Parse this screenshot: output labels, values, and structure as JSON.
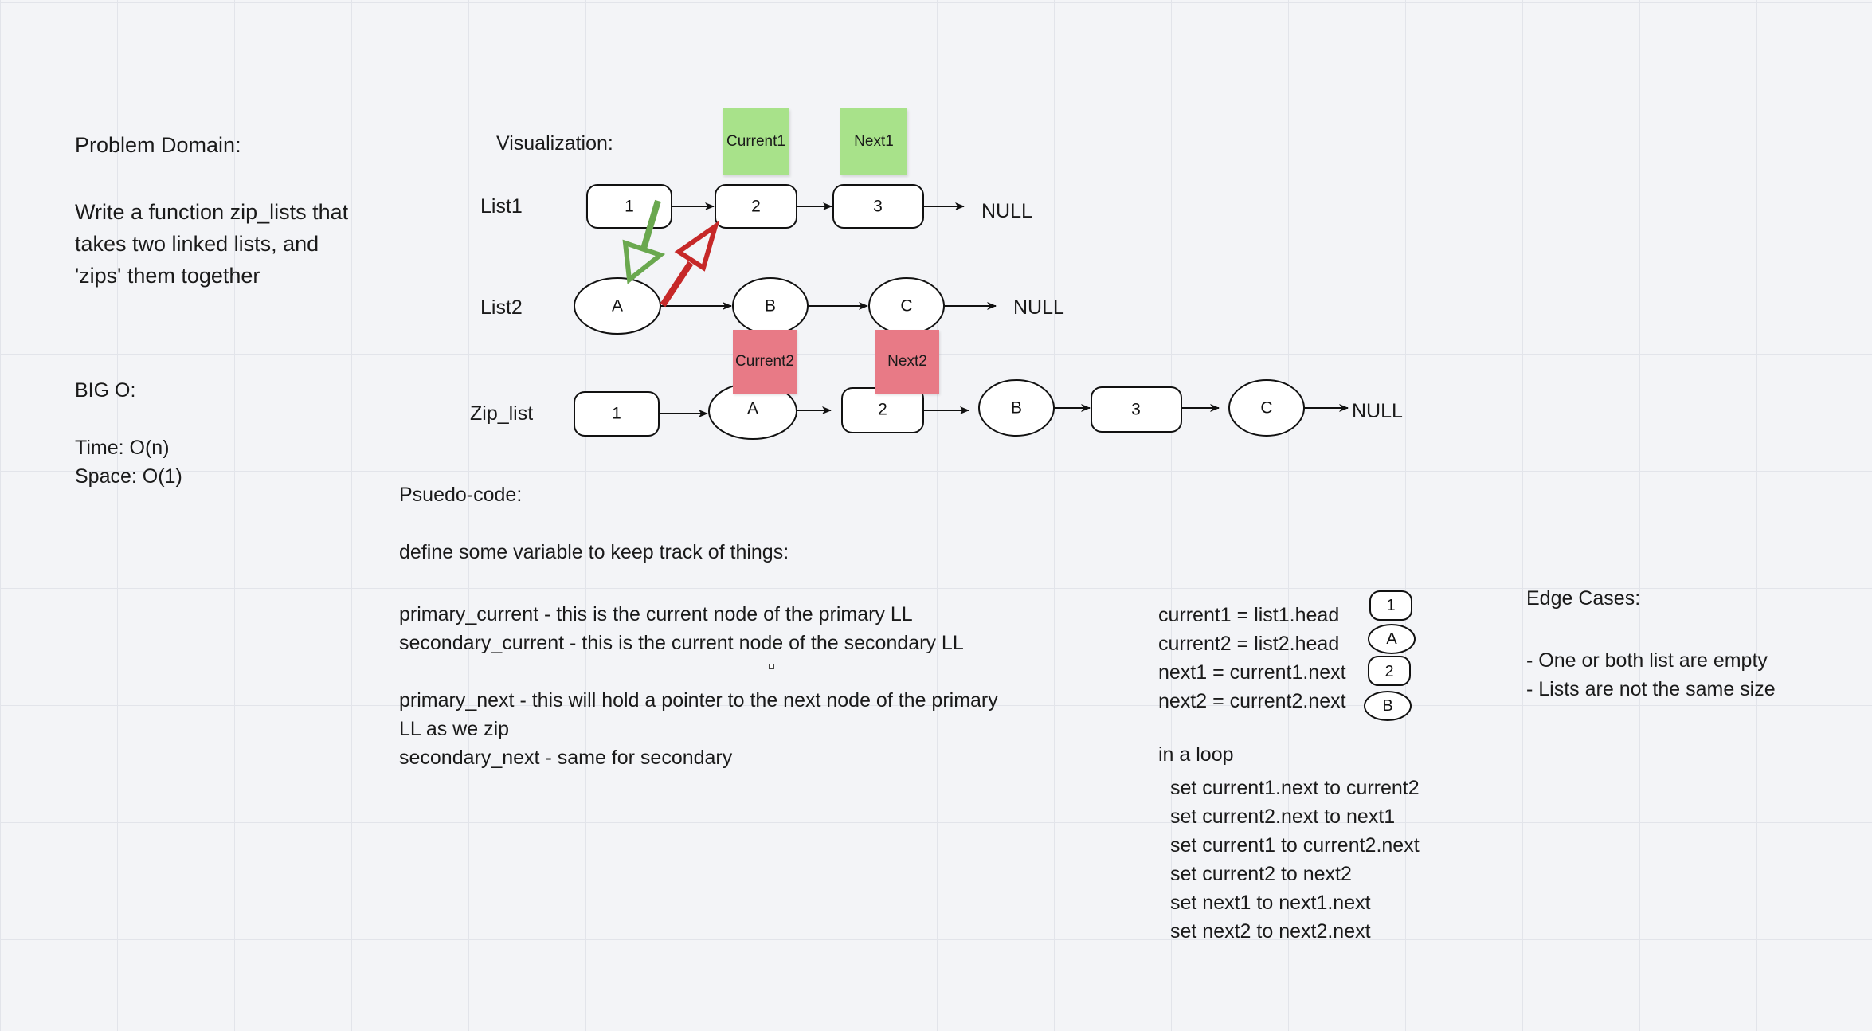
{
  "problem_domain": {
    "heading": "Problem Domain:",
    "description_lines": [
      "Write a function zip_lists that",
      "takes two linked lists, and",
      "'zips' them together"
    ]
  },
  "big_o": {
    "heading": "BIG O:",
    "time": "Time: O(n)",
    "space": "Space: O(1)"
  },
  "visualization": {
    "heading": "Visualization:",
    "list1_label": "List1",
    "list2_label": "List2",
    "zip_label": "Zip_list",
    "list1_nodes": [
      "1",
      "2",
      "3"
    ],
    "list2_nodes": [
      "A",
      "B",
      "C"
    ],
    "zip_nodes": [
      "1",
      "A",
      "2",
      "B",
      "3",
      "C"
    ],
    "null_text": "NULL",
    "sticky_current1": "Current1",
    "sticky_next1": "Next1",
    "sticky_current2": "Current2",
    "sticky_next2": "Next2",
    "colors": {
      "green_note": "#a8e28a",
      "red_note": "#e87a86",
      "green_arrow": "#6aa84f",
      "red_arrow": "#c62828"
    }
  },
  "pseudo": {
    "heading": "Psuedo-code:",
    "intro": "define some variable to keep track of things:",
    "vars": [
      "primary_current - this is the current node of the primary LL",
      "secondary_current - this is the current node of the secondary LL"
    ],
    "next_vars": [
      "primary_next - this will hold a pointer to the next node of the primary",
      "LL as we zip",
      "secondary_next - same for secondary"
    ]
  },
  "assignments": {
    "lines": [
      "current1 = list1.head",
      "current2 = list2.head",
      "next1 = current1.next",
      "next2 = current2.next"
    ],
    "badges": [
      "1",
      "A",
      "2",
      "B"
    ],
    "loop_heading": "in a loop",
    "loop_lines": [
      "set current1.next to current2",
      "set current2.next to next1",
      "set current1 to current2.next",
      "set current2 to next2",
      "set next1 to next1.next",
      "set next2 to next2.next"
    ]
  },
  "edge_cases": {
    "heading": "Edge Cases:",
    "items": [
      "- One or both list are empty",
      "- Lists are not the same size"
    ]
  }
}
